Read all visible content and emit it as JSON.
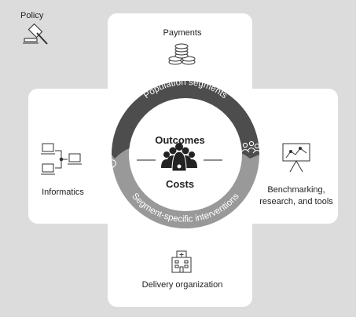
{
  "policy": {
    "label": "Policy",
    "icon": "gavel-icon"
  },
  "top": {
    "label": "Payments",
    "icon": "coins-stack-icon"
  },
  "left": {
    "label": "Informatics",
    "icon": "computer-network-icon"
  },
  "right": {
    "label_line1": "Benchmarking,",
    "label_line2": "research, and tools",
    "icon": "presentation-chart-icon"
  },
  "bottom": {
    "label": "Delivery organization",
    "icon": "hospital-building-icon"
  },
  "ring": {
    "top_label": "Population segments",
    "bottom_label": "Segment-specific interventions",
    "top_color": "#4d4d4d",
    "bottom_color": "#999999",
    "top_icon": "people-group-icon",
    "bottom_icon": "pill-capsule-icon"
  },
  "center": {
    "title": "Outcomes",
    "subtitle": "Costs",
    "icon": "community-people-icon"
  },
  "colors": {
    "background": "#dcdcdc",
    "panel": "#ffffff",
    "text": "#222222"
  }
}
